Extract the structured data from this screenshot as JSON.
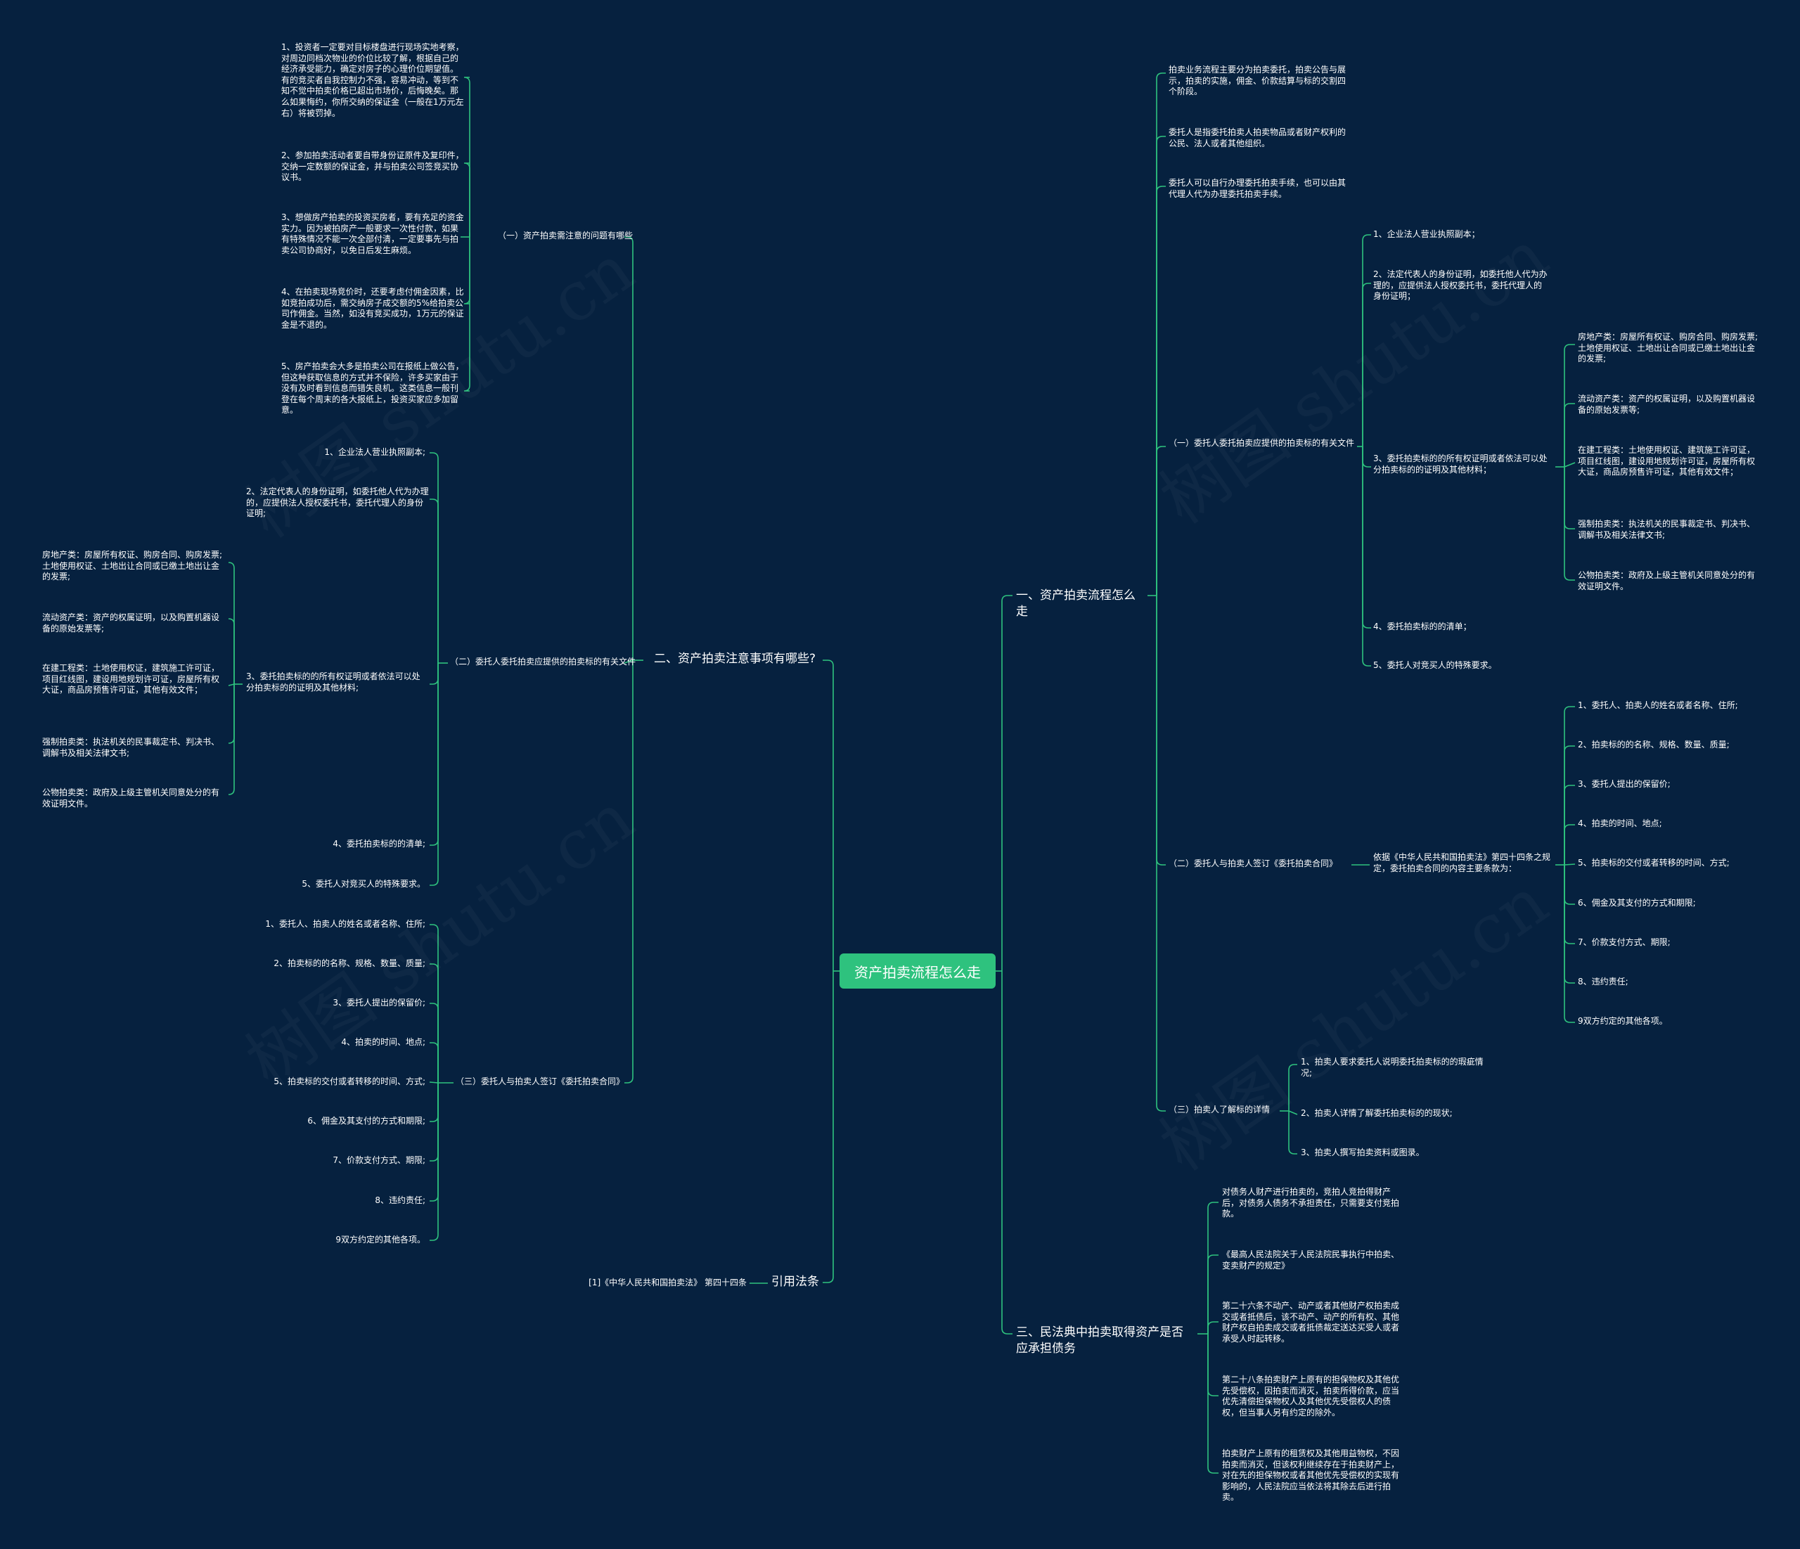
{
  "root": "资产拍卖流程怎么走",
  "branch1": {
    "title": "一、资产拍卖流程怎么走",
    "intro": [
      "拍卖业务流程主要分为拍卖委托，拍卖公告与展示，拍卖的实施，佣金、价款结算与标的交割四个阶段。",
      "委托人是指委托拍卖人拍卖物品或者财产权利的公民、法人或者其他组织。",
      "委托人可以自行办理委托拍卖手续，也可以由其代理人代为办理委托拍卖手续。"
    ],
    "sub1": {
      "title": "（一）委托人委托拍卖应提供的拍卖标的有关文件",
      "items": [
        "1、企业法人营业执照副本；",
        "2、法定代表人的身份证明，如委托他人代为办理的，应提供法人授权委托书，委托代理人的身份证明；",
        "3、委托拍卖标的的所有权证明或者依法可以处分拍卖标的的证明及其他材料；",
        "4、委托拍卖标的的清单；",
        "5、委托人对竞买人的特殊要求。"
      ],
      "docs": [
        "房地产类：房屋所有权证、购房合同、购房发票;土地使用权证、土地出让合同或已缴土地出让金的发票;",
        "流动资产类：资产的权属证明，以及购置机器设备的原始发票等;",
        "在建工程类：土地使用权证、建筑施工许可证，项目红线图，建设用地规划许可证，房屋所有权大证，商品房预售许可证，其他有效文件；",
        "强制拍卖类：执法机关的民事裁定书、判决书、调解书及相关法律文书;",
        "公物拍卖类：政府及上级主管机关同意处分的有效证明文件。"
      ]
    },
    "sub2": {
      "title": "（二）委托人与拍卖人签订《委托拍卖合同》",
      "basis": "依据《中华人民共和国拍卖法》第四十四条之规定，委托拍卖合同的内容主要条款为：",
      "terms": [
        "1、委托人、拍卖人的姓名或者名称、住所;",
        "2、拍卖标的的名称、规格、数量、质量;",
        "3、委托人提出的保留价;",
        "4、拍卖的时间、地点;",
        "5、拍卖标的交付或者转移的时间、方式;",
        "6、佣金及其支付的方式和期限;",
        "7、价款支付方式、期限;",
        "8、违约责任;",
        "9双方约定的其他各项。"
      ]
    },
    "sub3": {
      "title": "（三）拍卖人了解标的详情",
      "items": [
        "1、拍卖人要求委托人说明委托拍卖标的的瑕疵情况;",
        "2、拍卖人详情了解委托拍卖标的的现状;",
        "3、拍卖人撰写拍卖资料或图录。"
      ]
    }
  },
  "branch2": {
    "title": "二、资产拍卖注意事项有哪些?",
    "sub1": {
      "title": "（一）资产拍卖需注意的问题有哪些",
      "items": [
        "1、投资者一定要对目标楼盘进行现场实地考察，对周边同档次物业的价位比较了解，根据自己的经济承受能力，确定对房子的心理价位期望值。有的竞买者自我控制力不强，容易冲动，等到不知不觉中拍卖价格已超出市场价，后悔晚矣。那么如果悔约，你所交纳的保证金（一般在1万元左右）将被罚掉。",
        "2、参加拍卖活动者要自带身份证原件及复印件，交纳一定数额的保证金，并与拍卖公司签竞买协议书。",
        "3、想做房产拍卖的投资买房者，要有充足的资金实力。因为被拍房产一般要求一次性付款，如果有特殊情况不能一次全部付清，一定要事先与拍卖公司协商好，以免日后发生麻烦。",
        "4、在拍卖现场竞价时，还要考虑付佣金因素，比如竞拍成功后，需交纳房子成交额的5%给拍卖公司作佣金。当然，如没有竞买成功，1万元的保证金是不退的。",
        "5、房产拍卖会大多是拍卖公司在报纸上做公告，但这种获取信息的方式并不保险，许多买家由于没有及时看到信息而错失良机。这类信息一般刊登在每个周末的各大报纸上，投资买家应多加留意。"
      ]
    },
    "sub2": {
      "title": "（二）委托人委托拍卖应提供的拍卖标的有关文件",
      "items": [
        "1、企业法人营业执照副本;",
        "2、法定代表人的身份证明，如委托他人代为办理的，应提供法人授权委托书，委托代理人的身份证明;",
        "3、委托拍卖标的的所有权证明或者依法可以处分拍卖标的的证明及其他材料;",
        "4、委托拍卖标的的清单;",
        "5、委托人对竞买人的特殊要求。"
      ],
      "docs": [
        "房地产类：房屋所有权证、购房合同、购房发票;土地使用权证、土地出让合同或已缴土地出让金的发票;",
        "流动资产类：资产的权属证明，以及购置机器设备的原始发票等;",
        "在建工程类：土地使用权证，建筑施工许可证，项目红线图，建设用地规划许可证，房屋所有权大证，商品房预售许可证，其他有效文件；",
        "强制拍卖类：执法机关的民事裁定书、判决书、调解书及相关法律文书;",
        "公物拍卖类：政府及上级主管机关同意处分的有效证明文件。"
      ]
    },
    "sub3": {
      "title": "（三）委托人与拍卖人签订《委托拍卖合同》",
      "terms": [
        "1、委托人、拍卖人的姓名或者名称、住所;",
        "2、拍卖标的的名称、规格、数量、质量;",
        "3、委托人提出的保留价;",
        "4、拍卖的时间、地点;",
        "5、拍卖标的交付或者转移的时间、方式;",
        "6、佣金及其支付的方式和期限;",
        "7、价款支付方式、期限;",
        "8、违约责任;",
        "9双方约定的其他各项。"
      ]
    }
  },
  "branch3": {
    "title": "三、民法典中拍卖取得资产是否应承担债务",
    "items": [
      "对债务人财产进行拍卖的，竞拍人竞拍得财产后，对债务人债务不承担责任，只需要支付竞拍款。",
      "《最高人民法院关于人民法院民事执行中拍卖、变卖财产的规定》",
      "第二十六条不动产、动产或者其他财产权拍卖成交或者抵债后，该不动产、动产的所有权、其他财产权自拍卖成交或者抵债裁定送达买受人或者承受人时起转移。",
      "第二十八条拍卖财产上原有的担保物权及其他优先受偿权，因拍卖而消灭，拍卖所得价款，应当优先清偿担保物权人及其他优先受偿权人的债权，但当事人另有约定的除外。",
      "拍卖财产上原有的租赁权及其他用益物权，不因拍卖而消灭，但该权利继续存在于拍卖财产上，对在先的担保物权或者其他优先受偿权的实现有影响的，人民法院应当依法将其除去后进行拍卖。"
    ]
  },
  "branch4": {
    "title": "引用法条",
    "item": "[1]《中华人民共和国拍卖法》 第四十四条"
  },
  "watermark": "树图 shutu.cn",
  "colors": {
    "background": "#06213f",
    "line": "#2ec27e",
    "root": "#2ec27e",
    "text": "#ffffff"
  }
}
